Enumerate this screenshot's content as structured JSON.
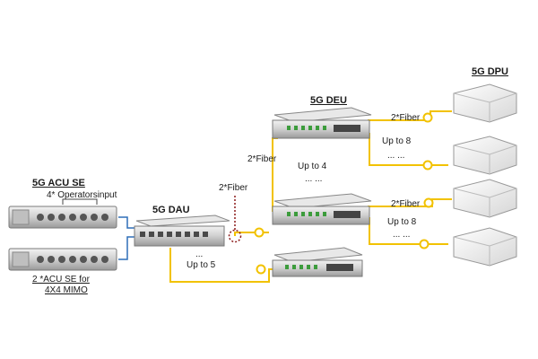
{
  "labels": {
    "acu_title": "5G ACU SE",
    "acu_inputs": "4* Operatorsinput",
    "acu_note_line1": "2 *ACU SE for",
    "acu_note_line2": "4X4 MIMO",
    "dau_title": "5G DAU",
    "deu_title": "5G DEU",
    "dpu_title": "5G DPU",
    "fiber_dau": "2*Fiber",
    "fiber_deu": "2*Fiber",
    "fiber_dpu_top": "2*Fiber",
    "fiber_dpu_mid": "2*Fiber",
    "upto4": "Up to 4",
    "upto5": "Up to 5",
    "upto8_top": "Up to 8",
    "upto8_mid": "Up to 8",
    "dots_deu": "... ...",
    "dots_dau": "...",
    "dots_dpu_top": "... ...",
    "dots_dpu_mid": "... ..."
  },
  "colors": {
    "fiber": "#f2c200",
    "copper": "#2e6fb8",
    "dashed": "#8b1a1a",
    "device": "#d9d9d9"
  }
}
